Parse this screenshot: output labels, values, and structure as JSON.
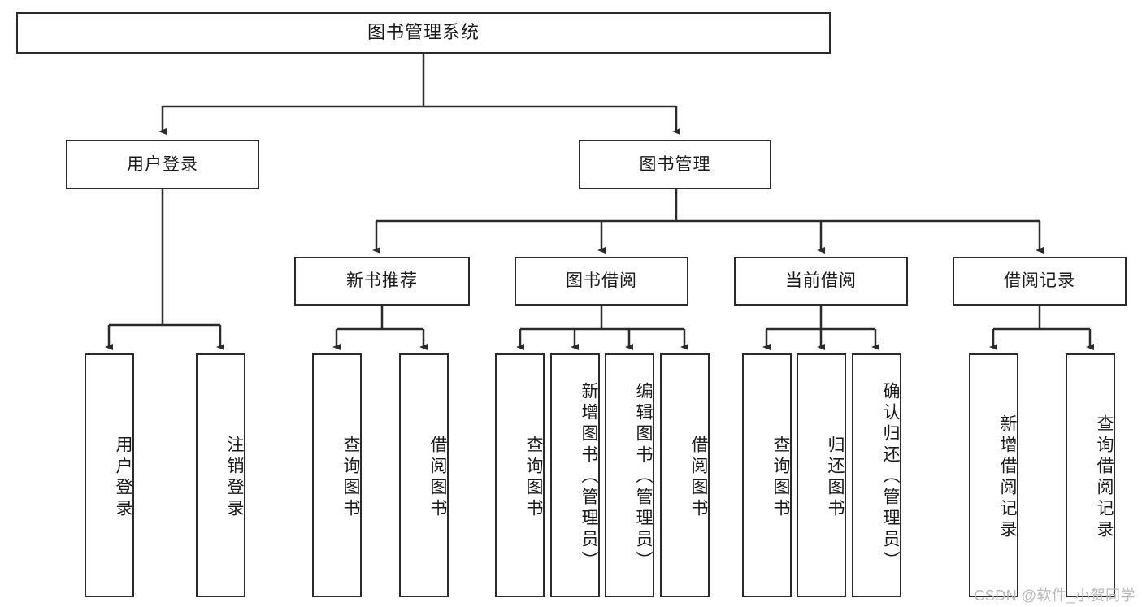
{
  "diagram": {
    "title": "图书管理系统",
    "type": "tree-hierarchy",
    "root": {
      "label": "图书管理系统"
    },
    "level1": [
      {
        "label": "用户登录"
      },
      {
        "label": "图书管理"
      }
    ],
    "level2": [
      {
        "label": "新书推荐"
      },
      {
        "label": "图书借阅"
      },
      {
        "label": "当前借阅"
      },
      {
        "label": "借阅记录"
      }
    ],
    "leaves": {
      "user_login": [
        {
          "label": "用户登录"
        },
        {
          "label": "注销登录"
        }
      ],
      "new_book_recommend": [
        {
          "label": "查询图书"
        },
        {
          "label": "借阅图书"
        }
      ],
      "book_borrow": [
        {
          "label": "查询图书"
        },
        {
          "label": "新增图书（管理员）"
        },
        {
          "label": "编辑图书（管理员）"
        },
        {
          "label": "借阅图书"
        }
      ],
      "current_borrow": [
        {
          "label": "查询图书"
        },
        {
          "label": "归还图书"
        },
        {
          "label": "确认归还（管理员）"
        }
      ],
      "borrow_record": [
        {
          "label": "新增借阅记录"
        },
        {
          "label": "查询借阅记录"
        }
      ]
    }
  },
  "watermark": {
    "text": "CSDN @软件_小贺同学"
  },
  "colors": {
    "border": "#2b2b2b",
    "background": "#ffffff",
    "text": "#1a1a1a",
    "watermark": "#b8b8b8"
  }
}
